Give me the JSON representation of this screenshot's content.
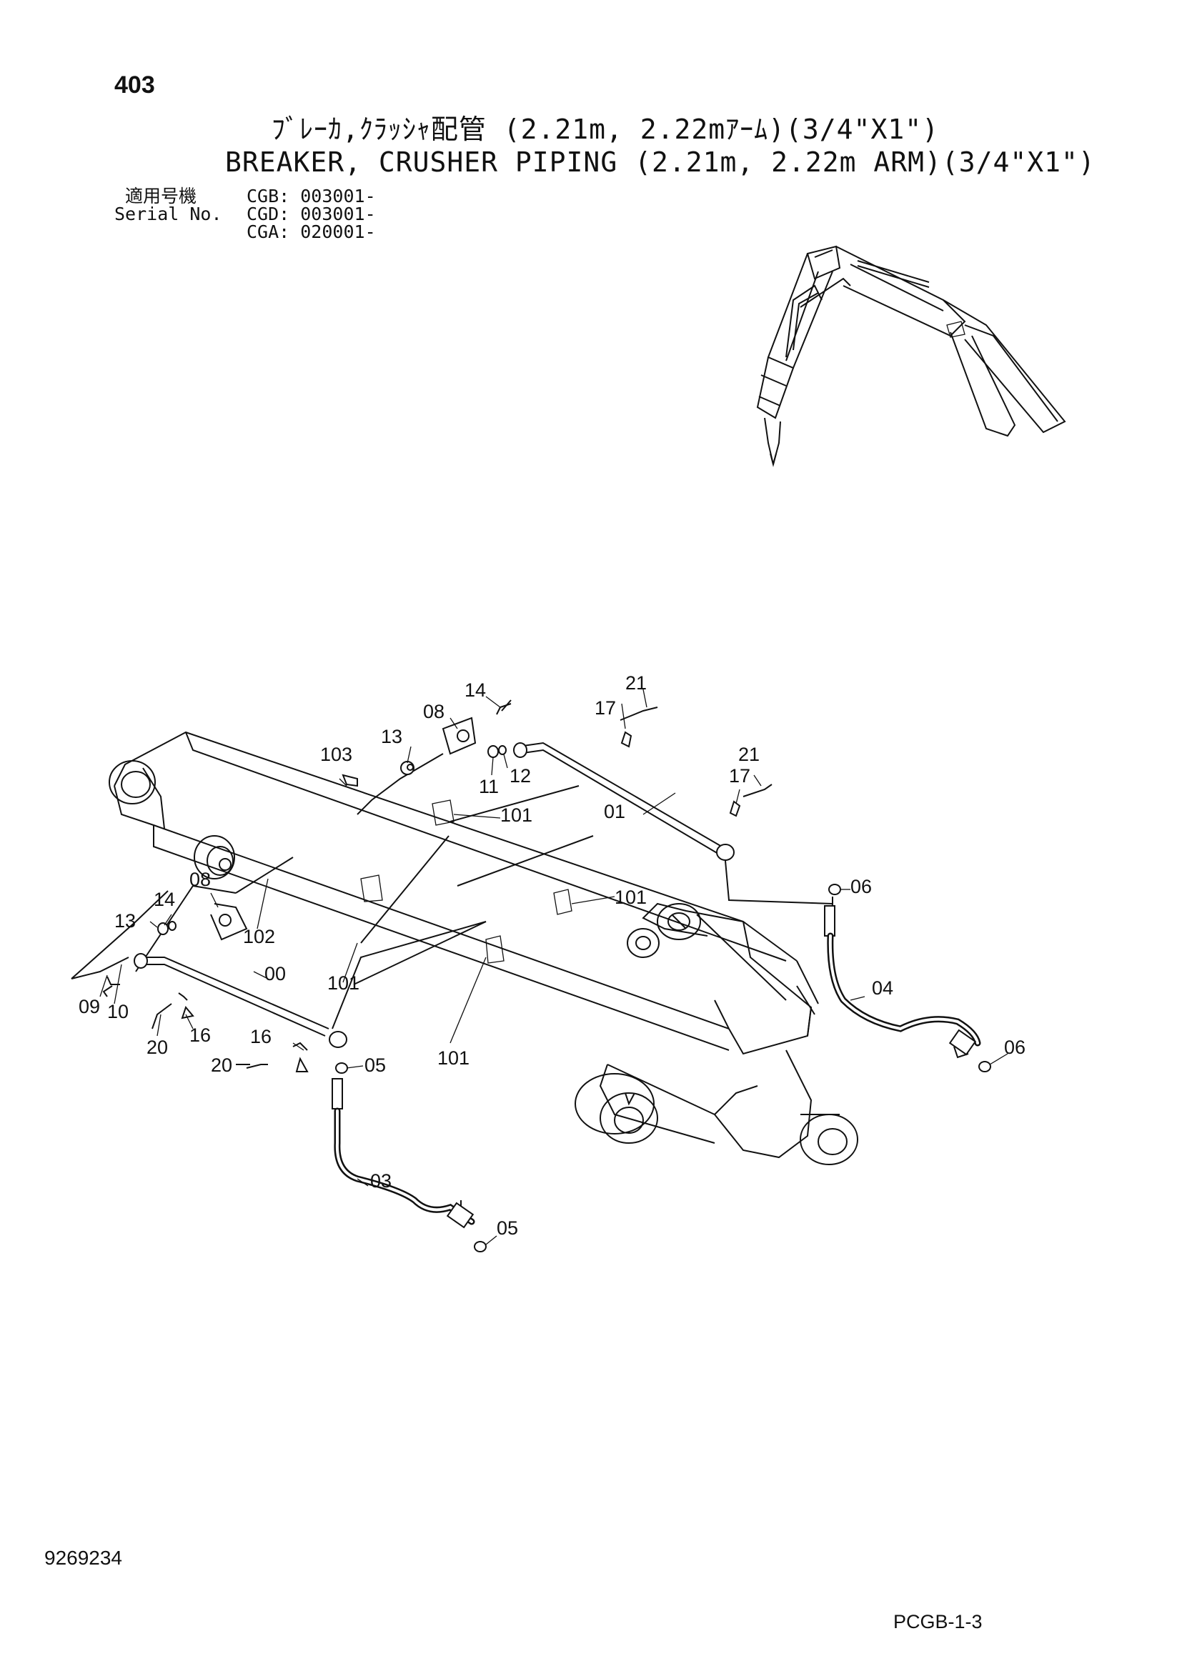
{
  "header": {
    "page_number": "403",
    "title_jp": "ﾌﾞﾚｰｶ,ｸﾗｯｼｬ配管 (2.21m, 2.22mｱｰﾑ)(3/4\"X1\")",
    "title_en": "BREAKER, CRUSHER PIPING (2.21m, 2.22m ARM)(3/4\"X1\")",
    "serial": {
      "label_jp": "適用号機",
      "label_en": "Serial No.",
      "lines": [
        "CGB: 003001-",
        "CGD: 003001-",
        "CGA: 020001-"
      ]
    }
  },
  "parts": {
    "p14a": "14",
    "p21a": "21",
    "p17a": "17",
    "p08a": "08",
    "p13a": "13",
    "p103": "103",
    "p11": "11",
    "p12": "12",
    "p21b": "21",
    "p17b": "17",
    "p01": "01",
    "p101a": "101",
    "p06a": "06",
    "p08b": "08",
    "p14b": "14",
    "p13b": "13",
    "p102": "102",
    "p101b": "101",
    "p00": "00",
    "p101c": "101",
    "p09": "09",
    "p10": "10",
    "p20a": "20",
    "p16a": "16",
    "p16b": "16",
    "p20b": "20",
    "p05a": "05",
    "p101d": "101",
    "p04": "04",
    "p06b": "06",
    "p03": "03",
    "p05b": "05"
  },
  "footer": {
    "drawing_number": "9269234",
    "page_code": "PCGB-1-3"
  }
}
